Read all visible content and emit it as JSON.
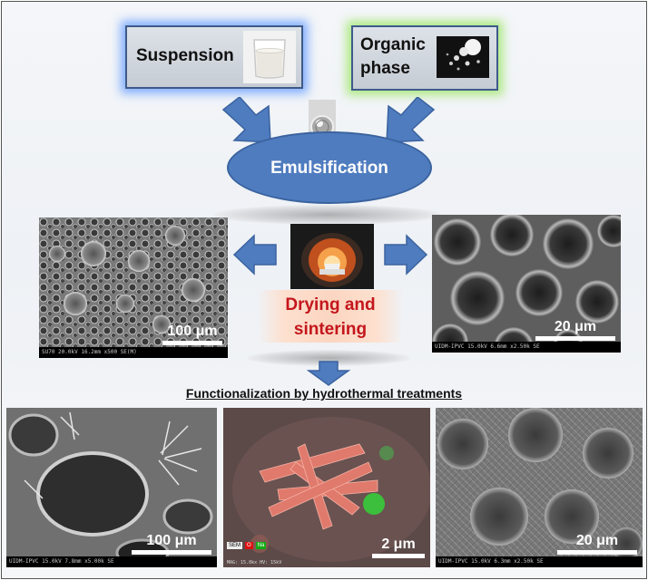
{
  "input_boxes": [
    {
      "label": "Suspension",
      "glow": "#5a96ff"
    },
    {
      "label_lines": [
        "Organic",
        "phase"
      ],
      "glow": "#96e65a"
    }
  ],
  "process": {
    "emulsification": "Emulsification",
    "drying_lines": [
      "Drying and",
      "sintering"
    ]
  },
  "functionalization_title": "Functionalization by hydrothermal treatments",
  "sem_images": [
    {
      "scale": "100 μm",
      "info": "SU70 20.0kV 16.2mm x500 SE(M)"
    },
    {
      "scale": "20 μm",
      "info": "UIDM-IPVC 15.0kV 6.6mm x2.50k SE"
    },
    {
      "scale": "100 μm",
      "info": "UIDM-IPVC 15.0kV 7.8mm x5.00k SE"
    },
    {
      "scale": "2 μm",
      "info": "MAG: 15.0kx  HV: 15kV",
      "eds_tags": [
        "SEM",
        "O",
        "Na"
      ]
    },
    {
      "scale": "20 μm",
      "info": "UIDM-IPVC 15.0kV 6.3mm x2.50k SE"
    }
  ],
  "colors": {
    "arrow": "#4f7cbf",
    "drying_text": "#c4161c",
    "box_border": "#3e5a8a"
  }
}
